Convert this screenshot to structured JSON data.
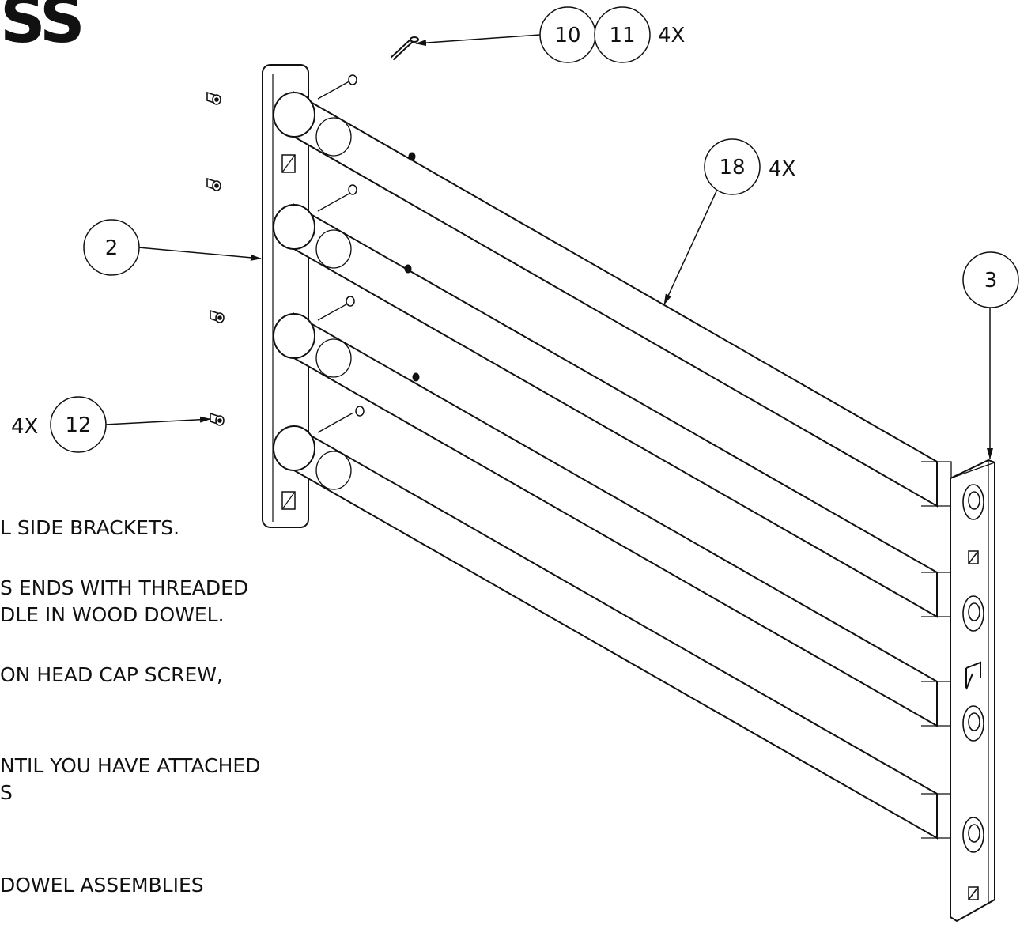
{
  "logo_text": "SS",
  "callouts": [
    {
      "id": "c10",
      "label": "10"
    },
    {
      "id": "c11",
      "label": "11"
    },
    {
      "id": "c18",
      "label": "18"
    },
    {
      "id": "c2",
      "label": "2"
    },
    {
      "id": "c3",
      "label": "3"
    },
    {
      "id": "c12",
      "label": "12"
    }
  ],
  "quantities": {
    "q10_11": "4X",
    "q18": "4X",
    "q12": "4X"
  },
  "notes": [
    "L SIDE BRACKETS.",
    "S ENDS WITH THREADED",
    "DLE IN WOOD DOWEL.",
    "ON HEAD CAP SCREW,",
    "NTIL YOU HAVE ATTACHED",
    "S",
    "DOWEL ASSEMBLIES"
  ]
}
